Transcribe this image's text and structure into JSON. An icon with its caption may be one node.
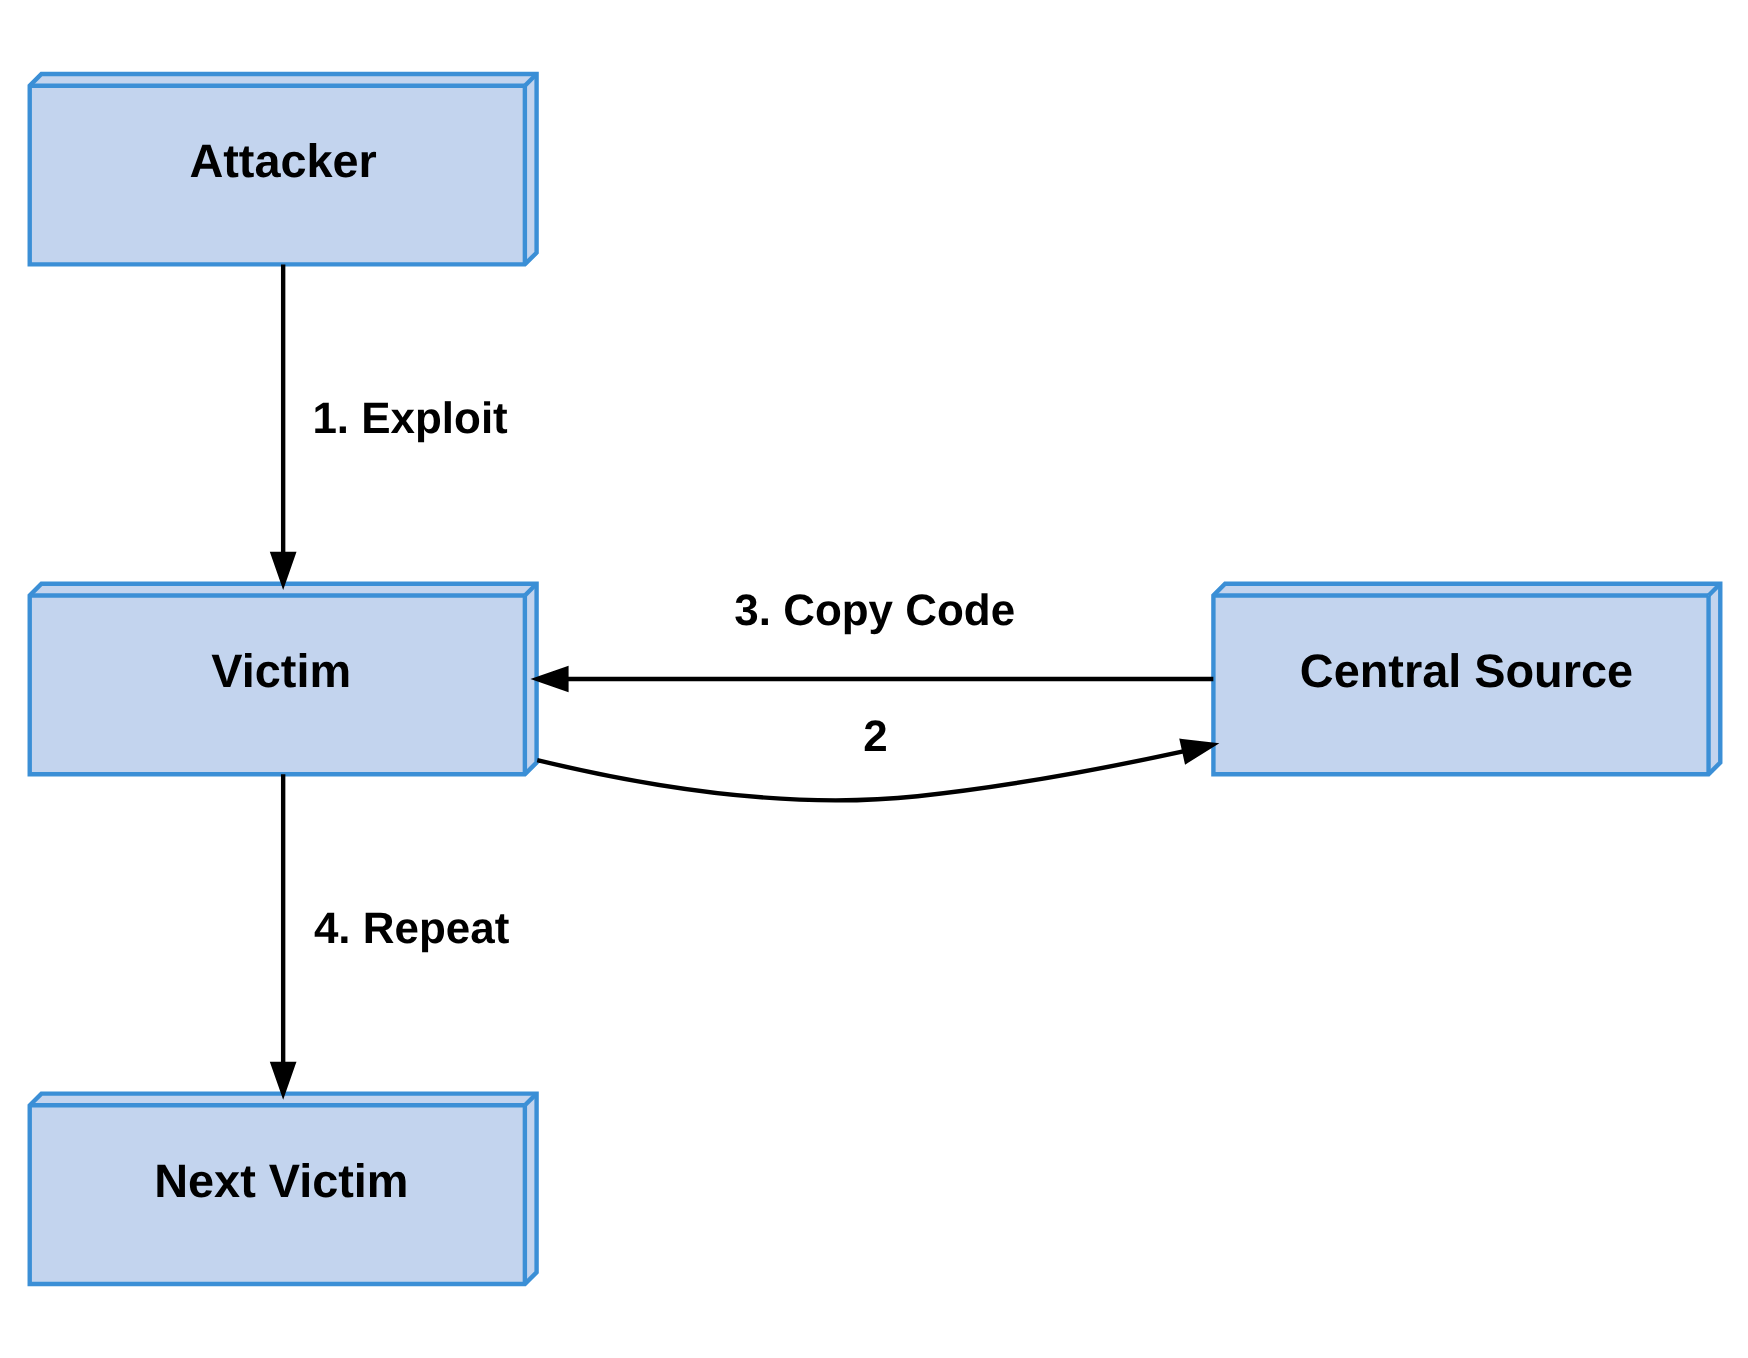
{
  "diagram": {
    "nodes": [
      {
        "text": [
          "Attacker"
        ]
      },
      {
        "text": [
          "Victim"
        ]
      },
      {
        "text": [
          "Central Source"
        ]
      },
      {
        "text": [
          "Next Victim"
        ]
      }
    ],
    "edges": [
      {
        "from": 0,
        "to": 1,
        "arrow": "to",
        "label": "1. Exploit"
      },
      {
        "from": 1,
        "to": 2,
        "arrow": "to",
        "label": "2"
      },
      {
        "from": 2,
        "to": 1,
        "arrow": "to",
        "label": "3. Copy Code"
      },
      {
        "from": 1,
        "to": 3,
        "arrow": "to",
        "label": "4. Repeat"
      }
    ]
  }
}
